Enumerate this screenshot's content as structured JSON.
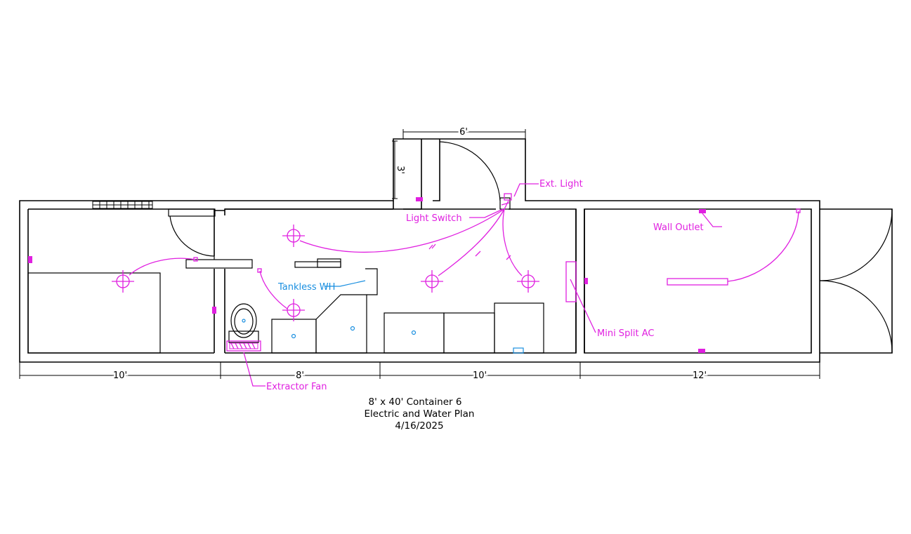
{
  "dimensions": {
    "overall_1": "10'",
    "overall_2": "8'",
    "overall_3": "10'",
    "overall_4": "12'",
    "entry_width": "6'",
    "entry_depth": "3'"
  },
  "labels": {
    "ext_light": "Ext. Light",
    "light_switch": "Light Switch",
    "wall_outlet": "Wall Outlet",
    "tankless_wh": "Tankless WH",
    "mini_split_ac": "Mini Split AC",
    "extractor_fan": "Extractor Fan"
  },
  "title_block": {
    "line1": "8' x 40' Container 6",
    "line2": "Electric and Water Plan",
    "line3": "4/16/2025"
  },
  "colors": {
    "walls": "#000000",
    "electric": "#e020e0",
    "water": "#1a8fe0"
  }
}
